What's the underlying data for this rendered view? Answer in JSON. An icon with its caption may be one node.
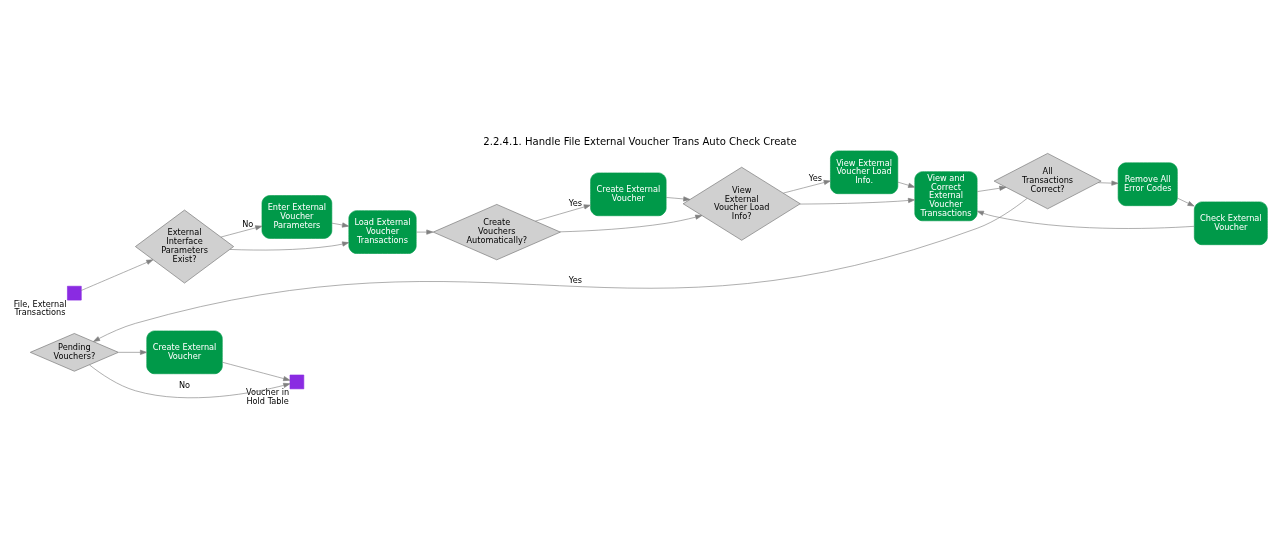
{
  "diagram": {
    "title": "2.2.4.1. Handle File External Voucher Trans Auto Check Create",
    "nodes": [
      {
        "text": [],
        "shape": "box",
        "beside": [
          "File, External Transactions"
        ]
      },
      {
        "text": [
          "External Interface Parameters Exist?"
        ]
      },
      {
        "text": [
          "Enter External Voucher Parameters"
        ]
      },
      {
        "text": [
          "Load External Voucher Transactions"
        ]
      },
      {
        "text": [
          "Create Vouchers Automatically?"
        ]
      },
      {
        "text": [
          "Create External Voucher"
        ]
      },
      {
        "text": [
          "View External Voucher Load Info?"
        ]
      },
      {
        "text": [
          "View External Voucher Load Info."
        ]
      },
      {
        "text": [
          "View and Correct External Voucher Transactions"
        ]
      },
      {
        "text": [
          "All Transactions Correct?"
        ]
      },
      {
        "text": [
          "Remove All Error Codes"
        ]
      },
      {
        "text": [
          "Check External Voucher"
        ]
      },
      {
        "text": [
          "Pending Vouchers?"
        ]
      },
      {
        "text": [
          "Create External Voucher"
        ]
      },
      {
        "text": [],
        "shape": "box",
        "beside": [
          "Voucher in Hold Table"
        ]
      }
    ],
    "edges": [
      {
        "from": 0,
        "to": 1,
        "arrow": "to"
      },
      {
        "from": 1,
        "to": 2,
        "arrow": "to",
        "label": "No"
      },
      {
        "from": 1,
        "to": 3,
        "arrow": "to"
      },
      {
        "from": 2,
        "to": 3,
        "arrow": "to"
      },
      {
        "from": 3,
        "to": 4,
        "arrow": "to"
      },
      {
        "from": 4,
        "to": 5,
        "arrow": "to",
        "label": "Yes"
      },
      {
        "from": 4,
        "to": 6,
        "arrow": "to"
      },
      {
        "from": 5,
        "to": 6,
        "arrow": "to"
      },
      {
        "from": 6,
        "to": 7,
        "arrow": "to",
        "label": "Yes"
      },
      {
        "from": 6,
        "to": 8,
        "arrow": "to"
      },
      {
        "from": 7,
        "to": 8,
        "arrow": "to"
      },
      {
        "from": 8,
        "to": 9,
        "arrow": "to"
      },
      {
        "from": 9,
        "to": 12,
        "arrow": "to",
        "label": "Yes"
      },
      {
        "from": 9,
        "to": 10,
        "arrow": "to"
      },
      {
        "from": 10,
        "to": 11,
        "arrow": "to"
      },
      {
        "from": 11,
        "to": 8,
        "arrow": "to"
      },
      {
        "from": 12,
        "to": 14,
        "arrow": "to",
        "label": "No"
      },
      {
        "from": 12,
        "to": 13,
        "arrow": "to"
      },
      {
        "from": 13,
        "to": 14,
        "arrow": "to"
      }
    ]
  }
}
